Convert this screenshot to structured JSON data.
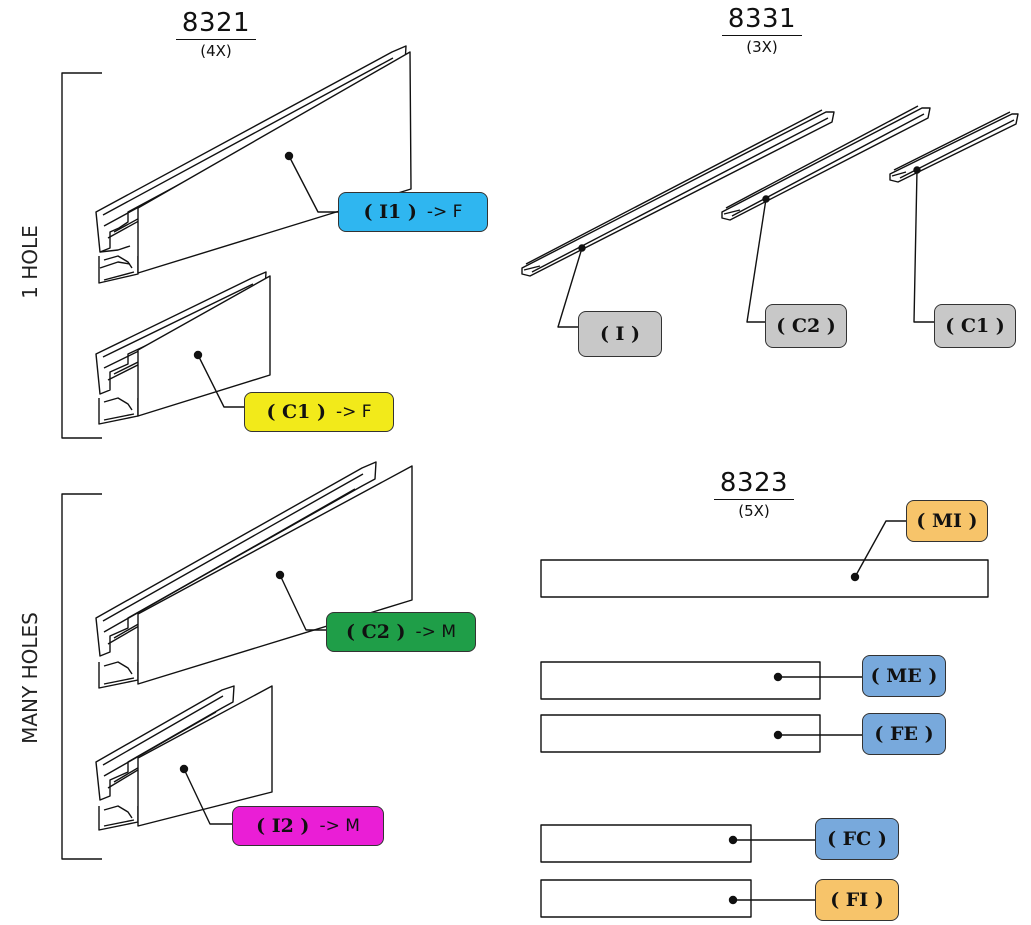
{
  "headers": {
    "h8321": {
      "number": "8321",
      "qty": "(4X)"
    },
    "h8331": {
      "number": "8331",
      "qty": "(3X)"
    },
    "h8323": {
      "number": "8323",
      "qty": "(5X)"
    }
  },
  "groups": {
    "one_hole": "1 HOLE",
    "many_holes": "MANY HOLES"
  },
  "tags": {
    "i1": {
      "code": "( I1 )",
      "dir": "-> F",
      "color": "#2fb6f0"
    },
    "c1_left": {
      "code": "( C1 )",
      "dir": "-> F",
      "color": "#f2ea1a"
    },
    "c2_left": {
      "code": "( C2 )",
      "dir": "-> M",
      "color": "#1f9e48"
    },
    "i2": {
      "code": "( I2 )",
      "dir": "-> M",
      "color": "#ea1ed6"
    },
    "i": {
      "code": "( I )",
      "color": "#c8c8c8"
    },
    "c2_right": {
      "code": "( C2 )",
      "color": "#c8c8c8"
    },
    "c1_right": {
      "code": "( C1 )",
      "color": "#c8c8c8"
    },
    "mi": {
      "code": "( MI )",
      "color": "#f7c46a"
    },
    "me": {
      "code": "( ME )",
      "color": "#78a9dc"
    },
    "fe": {
      "code": "( FE )",
      "color": "#78a9dc"
    },
    "fc": {
      "code": "( FC )",
      "color": "#78a9dc"
    },
    "fi": {
      "code": "( FI )",
      "color": "#f7c46a"
    }
  }
}
